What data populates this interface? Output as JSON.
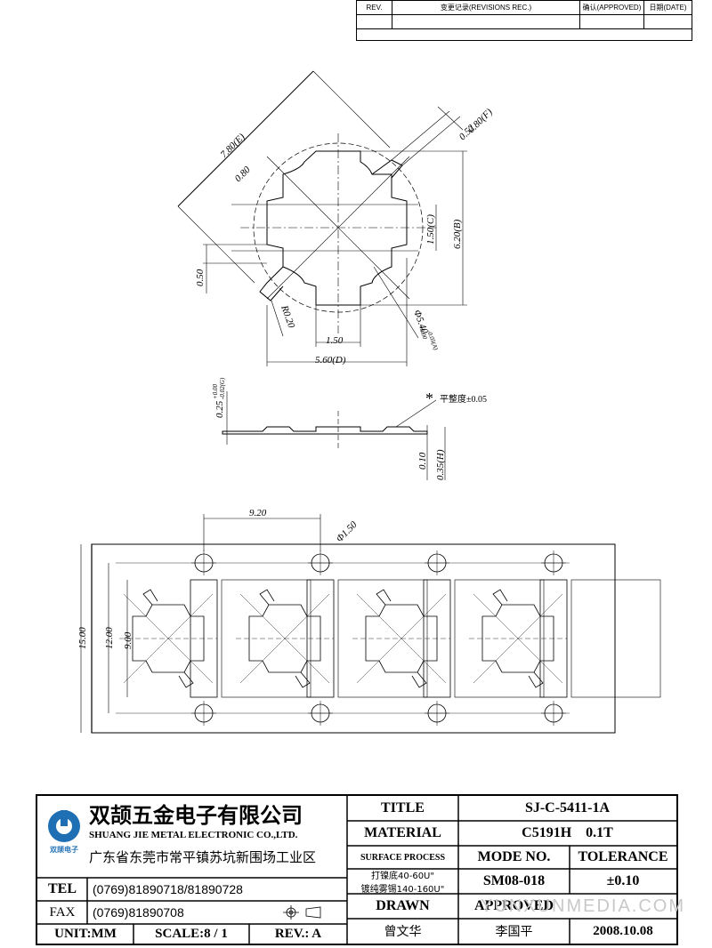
{
  "revision_table": {
    "rev_header": "REV.",
    "records_header": "变更记录(REVISIONS REC.)",
    "approved_header": "确认(APPROVED)",
    "date_header": "日期(DATE)"
  },
  "dimensions": {
    "diag_e": "7.80(E)",
    "diag_080": "0.80",
    "f_dim": "0.80(F)",
    "d052": "0.52",
    "c_dim": "1.50(C)",
    "b_dim": "6.20(B)",
    "left_050": "0.50",
    "radius": "R0.20",
    "a_dim": "Φ5.40",
    "a_tol_upper": "+0.00",
    "a_tol_lower": "-0.05(A)",
    "w150": "1.50",
    "d_dim": "5.60(D)",
    "g_dim": "0.25",
    "g_tol_upper": "+0.00",
    "g_tol_lower": "-0.02(G)",
    "flatness_mark": "*",
    "flatness_note": "平整度±0.05",
    "d010": "0.10",
    "h_dim": "0.35(H)",
    "pitch": "9.20",
    "hole": "Φ1.50",
    "strip_15": "15.00",
    "strip_12": "12.00",
    "strip_9": "9.00"
  },
  "company": {
    "name_cn": "双颉五金电子有限公司",
    "name_en": "SHUANG JIE METAL ELECTRONIC CO.,LTD.",
    "address": "广东省东莞市常平镇苏坑新围场工业区",
    "logo_text": "双颉电子",
    "tel_label": "TEL",
    "tel_value": "(0769)81890718/81890728",
    "fax_label": "FAX",
    "fax_value": "(0769)81890708",
    "unit": "UNIT:MM",
    "scale": "SCALE:8 / 1",
    "rev": "REV.: A"
  },
  "title_block": {
    "title_label": "TITLE",
    "title_value": "SJ-C-5411-1A",
    "material_label": "MATERIAL",
    "material_value": "C5191H",
    "thickness_value": "0.1T",
    "surface_label": "SURFACE PROCESS",
    "mode_label": "MODE NO.",
    "tolerance_label": "TOLERANCE",
    "surface_line1": "打镍底40-60U\"",
    "surface_line2": "镀纯雾锡140-160U\"",
    "mode_value": "SM08-018",
    "tolerance_value": "±0.10",
    "drawn_label": "DRAWN",
    "approved_label": "APPROVED",
    "drawn_value": "曾文华",
    "approved_value": "李国平",
    "date_value": "2008.10.08"
  },
  "watermark": "YUNXUNMEDIA.COM"
}
